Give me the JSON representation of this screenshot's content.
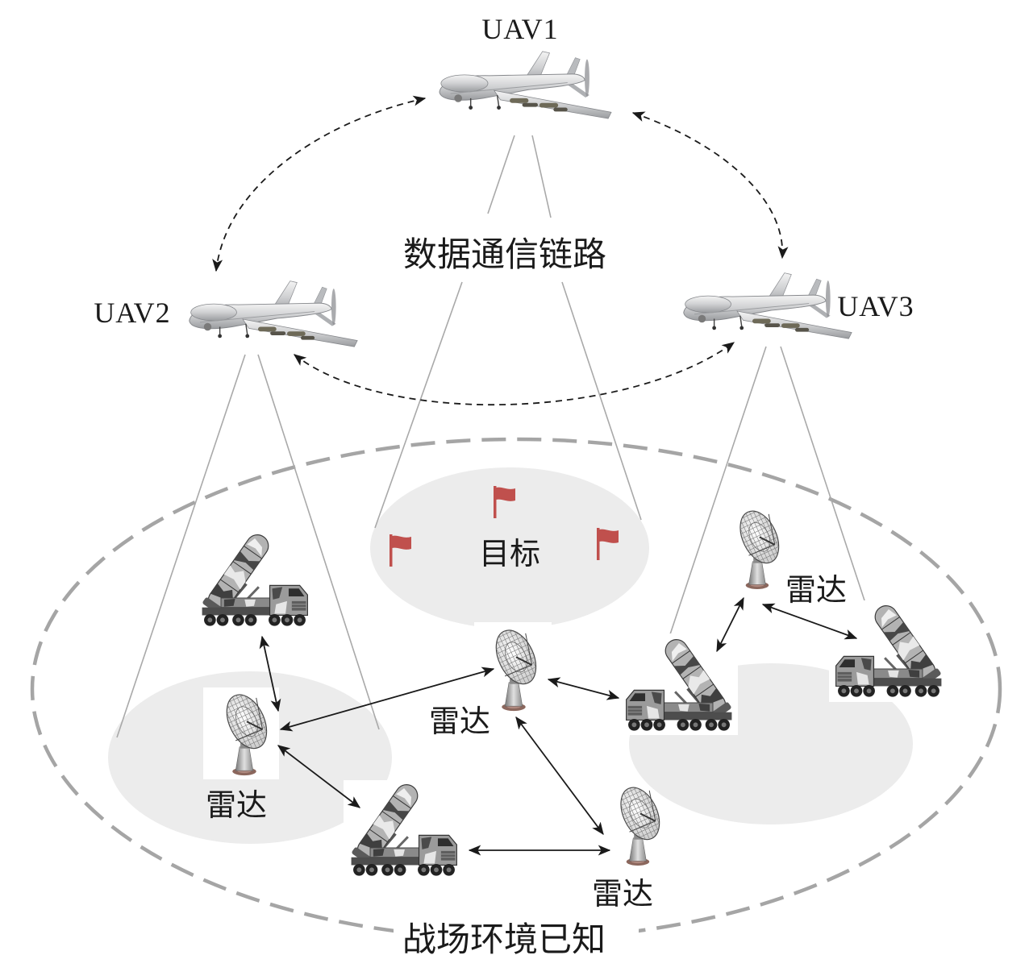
{
  "uavs": [
    {
      "label": "UAV1",
      "icon": "uav-icon"
    },
    {
      "label": "UAV2",
      "icon": "uav-icon"
    },
    {
      "label": "UAV3",
      "icon": "uav-icon"
    }
  ],
  "data_link": {
    "label": "数据通信链路"
  },
  "target_area": {
    "label": "目标",
    "icon": "flag-icon"
  },
  "radars": [
    {
      "label": "雷达",
      "icon": "radar-icon"
    },
    {
      "label": "雷达",
      "icon": "radar-icon"
    },
    {
      "label": "雷达",
      "icon": "radar-icon"
    },
    {
      "label": "雷达",
      "icon": "radar-icon"
    }
  ],
  "launchers": [
    {
      "icon": "missile-launcher-icon"
    },
    {
      "icon": "missile-launcher-icon"
    },
    {
      "icon": "missile-launcher-icon"
    },
    {
      "icon": "missile-launcher-icon"
    }
  ],
  "battlefield": {
    "label": "战场环境已知"
  },
  "colors": {
    "flag": "#c0504d",
    "coverage_area": "#ececec",
    "boundary_dash": "#a5a5a5",
    "beam_line": "#a9a9a9",
    "arrow": "#1a1a1a"
  }
}
